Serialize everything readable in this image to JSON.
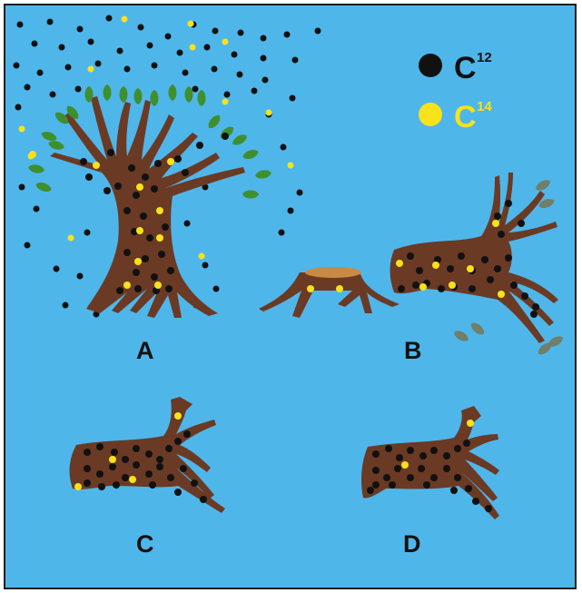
{
  "legend": {
    "items": [
      {
        "symbol": "C",
        "superscript": "12",
        "color": "#111111"
      },
      {
        "symbol": "C",
        "superscript": "14",
        "color": "#f7e21b"
      }
    ]
  },
  "panels": [
    {
      "label": "A"
    },
    {
      "label": "B"
    },
    {
      "label": "C"
    },
    {
      "label": "D"
    }
  ],
  "colors": {
    "sky": "#4fb6ea",
    "wood": "#6b3a24",
    "stump_top": "#c98a45",
    "leaf_live": "#3f8f2e",
    "leaf_dead": "#6f7f6a",
    "c12": "#111111",
    "c14": "#f7e21b"
  }
}
